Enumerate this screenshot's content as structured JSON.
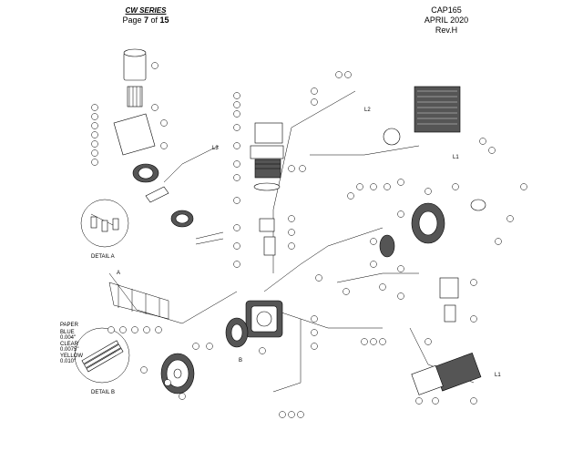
{
  "header": {
    "series": "CW SERIES",
    "page_prefix": "Page",
    "page_current": "7",
    "page_of": "of",
    "page_total": "15",
    "doc_code": "CAP165",
    "date": "APRIL 2020",
    "revision": "Rev.H"
  },
  "detail_a": {
    "label": "DETAIL A"
  },
  "detail_b": {
    "label": "DETAIL B",
    "shims": [
      {
        "name": "PAPER",
        "thickness": ""
      },
      {
        "name": "BLUE",
        "thickness": "0.004\""
      },
      {
        "name": "CLEAR",
        "thickness": "0.0075\""
      },
      {
        "name": "YELLOW",
        "thickness": "0.010\""
      }
    ]
  },
  "view_labels": {
    "a": "A",
    "b": "B",
    "l1": "L1",
    "l2": "L2",
    "l3": "L3",
    "l1_lower": "L1"
  }
}
